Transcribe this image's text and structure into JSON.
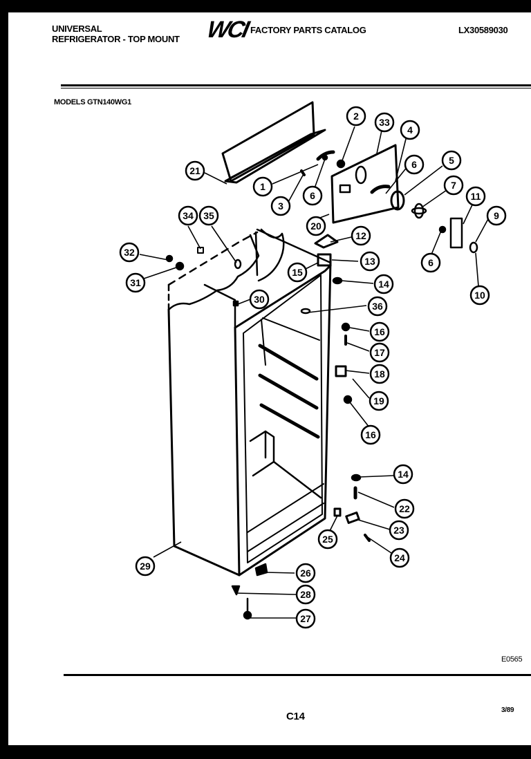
{
  "header": {
    "brand_line1": "UNIVERSAL",
    "brand_line2": "REFRIGERATOR - TOP MOUNT",
    "logo": "WCI",
    "catalog_title": "FACTORY PARTS CATALOG",
    "catalog_code": "LX30589030"
  },
  "models": "MODELS GTN140WG1",
  "footer": {
    "diagram_id": "E0565",
    "page_number": "C14",
    "date": "3/89"
  },
  "callouts": [
    {
      "id": "c1",
      "label": "1"
    },
    {
      "id": "c2",
      "label": "2"
    },
    {
      "id": "c3",
      "label": "3"
    },
    {
      "id": "c4",
      "label": "4"
    },
    {
      "id": "c5",
      "label": "5"
    },
    {
      "id": "c6a",
      "label": "6"
    },
    {
      "id": "c6b",
      "label": "6"
    },
    {
      "id": "c6c",
      "label": "6"
    },
    {
      "id": "c7",
      "label": "7"
    },
    {
      "id": "c9",
      "label": "9"
    },
    {
      "id": "c10",
      "label": "10"
    },
    {
      "id": "c11",
      "label": "11"
    },
    {
      "id": "c12",
      "label": "12"
    },
    {
      "id": "c13",
      "label": "13"
    },
    {
      "id": "c14a",
      "label": "14"
    },
    {
      "id": "c14b",
      "label": "14"
    },
    {
      "id": "c15",
      "label": "15"
    },
    {
      "id": "c16a",
      "label": "16"
    },
    {
      "id": "c16b",
      "label": "16"
    },
    {
      "id": "c17",
      "label": "17"
    },
    {
      "id": "c18",
      "label": "18"
    },
    {
      "id": "c19",
      "label": "19"
    },
    {
      "id": "c20",
      "label": "20"
    },
    {
      "id": "c21",
      "label": "21"
    },
    {
      "id": "c22",
      "label": "22"
    },
    {
      "id": "c23",
      "label": "23"
    },
    {
      "id": "c24",
      "label": "24"
    },
    {
      "id": "c25",
      "label": "25"
    },
    {
      "id": "c26",
      "label": "26"
    },
    {
      "id": "c27",
      "label": "27"
    },
    {
      "id": "c28",
      "label": "28"
    },
    {
      "id": "c29",
      "label": "29"
    },
    {
      "id": "c30",
      "label": "30"
    },
    {
      "id": "c31",
      "label": "31"
    },
    {
      "id": "c32",
      "label": "32"
    },
    {
      "id": "c33",
      "label": "33"
    },
    {
      "id": "c34",
      "label": "34"
    },
    {
      "id": "c35",
      "label": "35"
    },
    {
      "id": "c36",
      "label": "36"
    }
  ]
}
